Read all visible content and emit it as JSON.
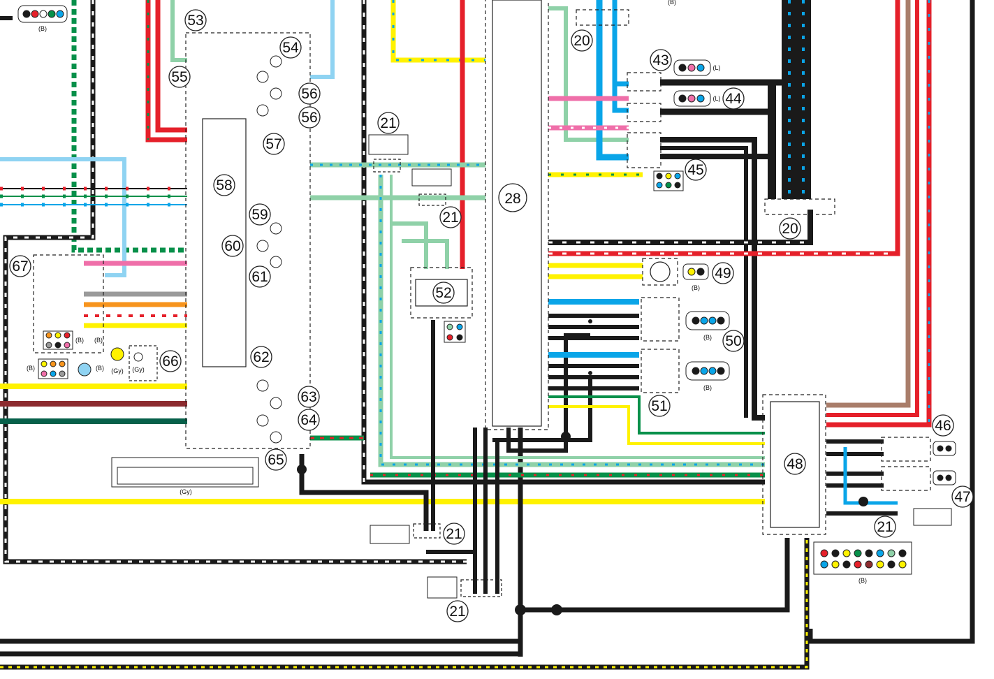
{
  "callouts": {
    "c20a": "20",
    "c20b": "20",
    "c21a": "21",
    "c21b": "21",
    "c21c": "21",
    "c21d": "21",
    "c21e": "21",
    "c28": "28",
    "c43": "43",
    "c44": "44",
    "c45": "45",
    "c46": "46",
    "c47": "47",
    "c48": "48",
    "c49": "49",
    "c50": "50",
    "c51": "51",
    "c52": "52",
    "c53": "53",
    "c54": "54",
    "c55": "55",
    "c56a": "56",
    "c56b": "56",
    "c57": "57",
    "c58": "58",
    "c59": "59",
    "c60": "60",
    "c61": "61",
    "c62": "62",
    "c63": "63",
    "c64": "64",
    "c65": "65",
    "c66": "66",
    "c67": "67"
  },
  "labels": {
    "b_topleft": "(B)",
    "b_top": "(B)",
    "l43": "(L)",
    "l44": "(L)",
    "b49": "(B)",
    "b50a": "(B)",
    "b50b": "(B)",
    "b67a": "(B)",
    "b67b": "(B)",
    "b67c": "(B)",
    "b67d": "(B)",
    "gy66a": "(Gy)",
    "gy66b": "(Gy)",
    "gy_big": "(Gy)",
    "b48": "(B)"
  },
  "wire_colors": {
    "black": "#1a1a1a",
    "red": "#e5202a",
    "yellow": "#fff200",
    "light_blue": "#8fd3f2",
    "blue": "#0aa5e8",
    "green": "#07904a",
    "light_green": "#8fd1a8",
    "pink": "#ef6fa9",
    "gray": "#9a9a9a",
    "orange": "#f7941d",
    "brown": "#a97d6a",
    "dark_red": "#8c2b2f",
    "white": "#ffffff"
  }
}
